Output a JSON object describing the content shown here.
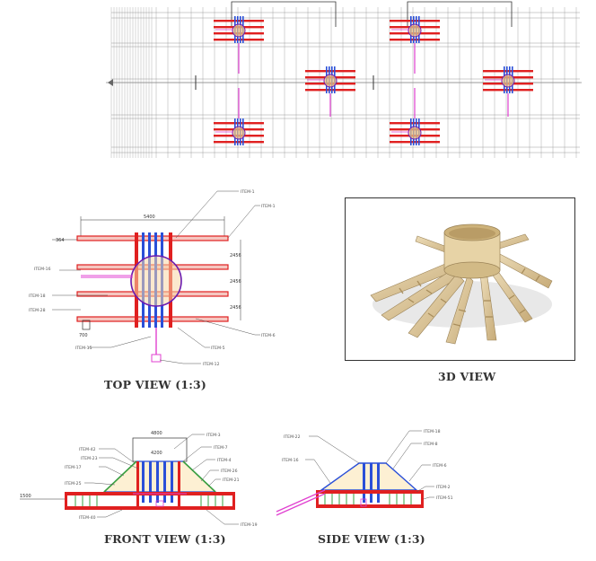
{
  "captions": {
    "top_view": "TOP VIEW (1:3)",
    "view_3d": "3D VIEW",
    "front_view": "FRONT VIEW (1:3)",
    "side_view": "SIDE VIEW (1:3)"
  },
  "top_view": {
    "dimensions": {
      "overall": "5400",
      "left_offset": "364",
      "spacing_1": "2456",
      "spacing_2": "2456",
      "spacing_3": "2456",
      "bottom": "700"
    },
    "labels": {
      "item_1a": "ITEM-1",
      "item_1b": "ITEM-1",
      "item_16": "ITEM-16",
      "item_18": "ITEM-18",
      "item_28": "ITEM-28",
      "item_15": "ITEM-15",
      "item_5": "ITEM-5",
      "item_6": "ITEM-6",
      "item_12": "ITEM-12"
    }
  },
  "front_view": {
    "dimensions": {
      "top_width": "4800",
      "inner_width": "4200",
      "left": "1500"
    },
    "labels": {
      "item_42": "ITEM-42",
      "item_23": "ITEM-23",
      "item_17": "ITEM-17",
      "item_25": "ITEM-25",
      "item_3": "ITEM-3",
      "item_7": "ITEM-7",
      "item_4": "ITEM-4",
      "item_26": "ITEM-26",
      "item_21": "ITEM-21",
      "item_40": "ITEM-40",
      "item_19": "ITEM-19"
    }
  },
  "side_view": {
    "labels": {
      "item_22": "ITEM-22",
      "item_18": "ITEM-18",
      "item_16": "ITEM-16",
      "item_8": "ITEM-8",
      "item_6": "ITEM-6",
      "item_2": "ITEM-2",
      "item_51": "ITEM-51"
    }
  },
  "colors": {
    "red": "#e02020",
    "blue": "#2a4fd8",
    "magenta": "#e040d0",
    "green": "#3aa040",
    "grid": "#9a9a9a",
    "wood": "#d8c49a"
  }
}
